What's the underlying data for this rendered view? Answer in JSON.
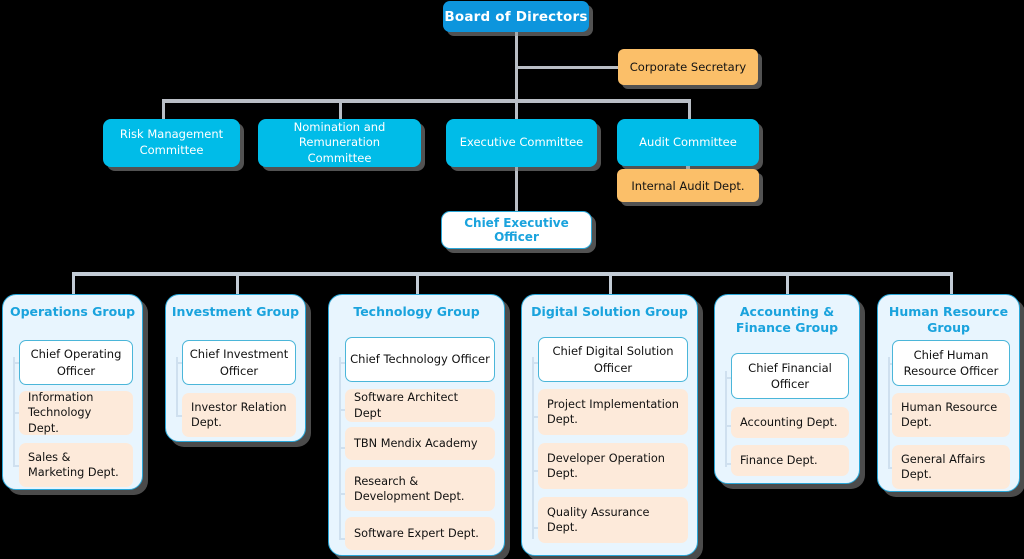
{
  "top": {
    "board": "Board of Directors",
    "corporate_secretary": "Corporate Secretary",
    "ceo": "Chief Executive Officer"
  },
  "committees": [
    {
      "name": "Risk Management Committee"
    },
    {
      "name": "Nomination and Remuneration Committee"
    },
    {
      "name": "Executive Committee"
    },
    {
      "name": "Audit Committee",
      "child": "Internal Audit Dept."
    }
  ],
  "groups": [
    {
      "title": "Operations Group",
      "chief": "Chief Operating Officer",
      "departments": [
        "Information Technology Dept.",
        "Sales & Marketing Dept."
      ]
    },
    {
      "title": "Investment Group",
      "chief": "Chief Investment Officer",
      "departments": [
        "Investor Relation Dept."
      ]
    },
    {
      "title": "Technology Group",
      "chief": "Chief Technology Officer",
      "departments": [
        "Software Architect Dept",
        "TBN Mendix Academy",
        "Research & Development Dept.",
        "Software Expert Dept."
      ]
    },
    {
      "title": "Digital Solution Group",
      "chief": "Chief Digital Solution Officer",
      "departments": [
        "Project Implementation Dept.",
        "Developer Operation Dept.",
        "Quality Assurance Dept."
      ]
    },
    {
      "title": "Accounting & Finance Group",
      "chief": "Chief Financial Officer",
      "departments": [
        "Accounting Dept.",
        "Finance Dept."
      ]
    },
    {
      "title": "Human Resource Group",
      "chief": "Chief Human Resource Officer",
      "departments": [
        "Human Resource Dept.",
        "General Affairs Dept."
      ]
    }
  ],
  "colors": {
    "board_blue": "#0d95dd",
    "committee_cyan": "#00bce8",
    "accent_orange": "#fbbf69",
    "dept_orange": "#fdeada",
    "group_bg": "#e8f5fe",
    "border_blue": "#2aa7d8",
    "connector": "#b9bec5"
  }
}
